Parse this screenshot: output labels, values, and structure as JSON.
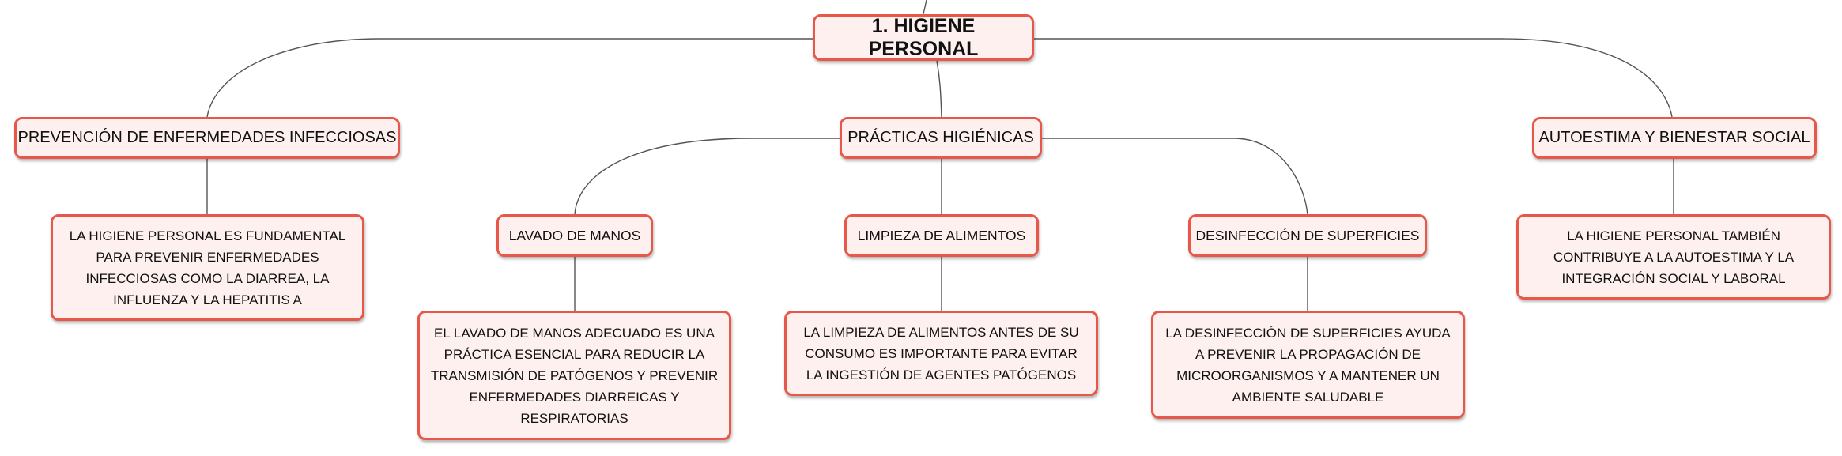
{
  "map": {
    "root": "1. HIGIENE PERSONAL",
    "prevencion": {
      "title": "PREVENCIÓN DE ENFERMEDADES INFECCIOSAS",
      "detail": "LA HIGIENE PERSONAL ES FUNDAMENTAL PARA PREVENIR ENFERMEDADES INFECCIOSAS COMO LA DIARREA, LA INFLUENZA Y LA HEPATITIS A"
    },
    "practicas": {
      "title": "PRÁCTICAS HIGIÉNICAS",
      "lavado": {
        "title": "LAVADO DE MANOS",
        "detail": "EL LAVADO DE MANOS ADECUADO ES UNA PRÁCTICA ESENCIAL PARA REDUCIR LA TRANSMISIÓN DE PATÓGENOS Y PREVENIR ENFERMEDADES DIARREICAS Y RESPIRATORIAS"
      },
      "limpieza": {
        "title": "LIMPIEZA DE ALIMENTOS",
        "detail": "LA LIMPIEZA DE ALIMENTOS ANTES DE SU CONSUMO ES IMPORTANTE PARA EVITAR LA INGESTIÓN DE AGENTES PATÓGENOS"
      },
      "desinfeccion": {
        "title": "DESINFECCIÓN DE SUPERFICIES",
        "detail": "LA DESINFECCIÓN DE SUPERFICIES AYUDA A PREVENIR LA PROPAGACIÓN DE MICROORGANISMOS Y A MANTENER UN AMBIENTE SALUDABLE"
      }
    },
    "autoestima": {
      "title": "AUTOESTIMA Y BIENESTAR SOCIAL",
      "detail": "LA HIGIENE PERSONAL TAMBIÉN CONTRIBUYE A LA AUTOESTIMA Y LA INTEGRACIÓN SOCIAL Y LABORAL"
    }
  },
  "colors": {
    "node_border": "#e8584a",
    "node_fill": "#fdf0ee",
    "connector": "#555555"
  }
}
